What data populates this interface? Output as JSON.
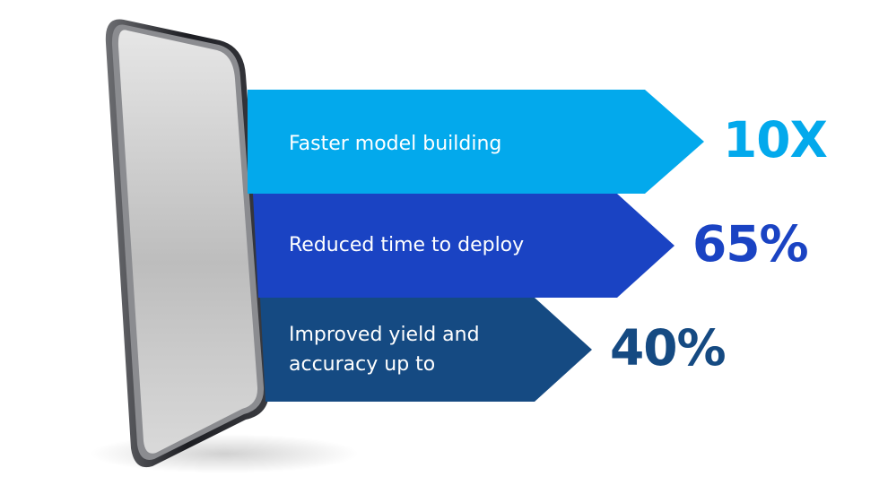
{
  "colors": {
    "band_1": "#03a9ec",
    "band_2": "#1a43c3",
    "band_3": "#154a82",
    "stat_1": "#03a9ec",
    "stat_2": "#1a43c3",
    "stat_3": "#154a82",
    "phone_frame": "#1c1d22"
  },
  "stats": [
    {
      "label": "Faster model building",
      "value": "10X"
    },
    {
      "label": "Reduced time to deploy",
      "value": "65%"
    },
    {
      "label": "Improved yield and accuracy up to",
      "value": "40%"
    }
  ],
  "icon": "smartphone-icon"
}
